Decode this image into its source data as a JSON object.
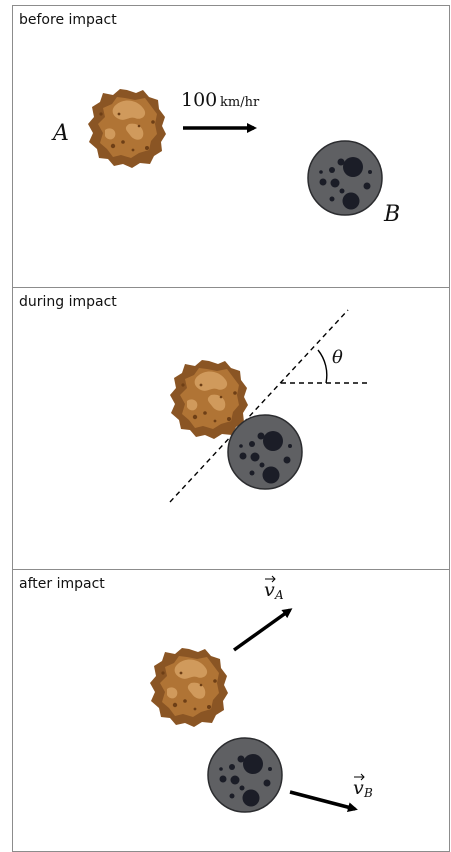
{
  "panels": {
    "before": {
      "title": "before impact"
    },
    "during": {
      "title": "during impact"
    },
    "after": {
      "title": "after impact"
    }
  },
  "labels": {
    "asteroid_a": "A",
    "asteroid_b": "B",
    "speed_value": "100",
    "speed_unit": "km/hr",
    "angle": "θ",
    "velocity_a_symbol": "v",
    "velocity_a_sub": "A",
    "velocity_b_symbol": "v",
    "velocity_b_sub": "B"
  },
  "colors": {
    "rock_outer": "#8a5524",
    "rock_mid": "#b07435",
    "rock_light": "#d09a5c",
    "moon_fill": "#5f6063",
    "moon_edge": "#2b2c2f",
    "crater": "#1b1d27"
  }
}
